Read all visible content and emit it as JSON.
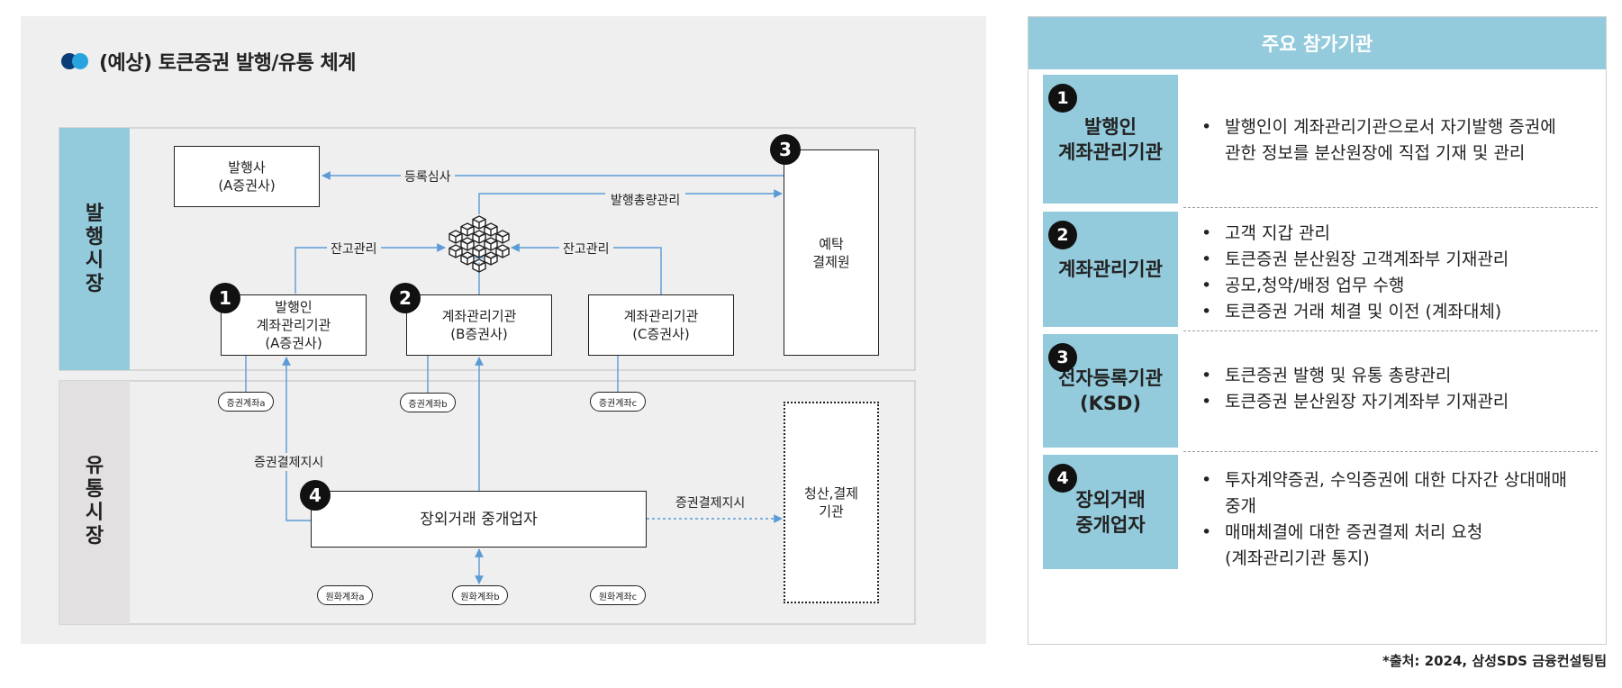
{
  "diagram": {
    "title": "(예상) 토큰증권 발행/유통 체계",
    "market_issue": "발행시장",
    "market_circulation": "유통시장",
    "issuer": [
      "발행사",
      "(A증권사)"
    ],
    "ksd": [
      "예탁",
      "결제원"
    ],
    "issuer_account_inst": [
      "발행인",
      "계좌관리기관",
      "(A증권사)"
    ],
    "account_inst_b": [
      "계좌관리기관",
      "(B증권사)"
    ],
    "account_inst_c": [
      "계좌관리기관",
      "(C증권사)"
    ],
    "otc_broker": "장외거래 중개업자",
    "clearing": [
      "청산,결제",
      "기관"
    ],
    "badges": [
      "1",
      "2",
      "3",
      "4"
    ],
    "labels": {
      "registration_review": "등록심사",
      "total_issue_mgmt": "발행총량관리",
      "balance_mgmt_left": "잔고관리",
      "balance_mgmt_right": "잔고관리",
      "settlement_instr_left": "증권결제지시",
      "settlement_instr_right": "증권결제지시"
    },
    "sec_accounts": [
      "증권계좌a",
      "증권계좌b",
      "증권계좌c"
    ],
    "cash_accounts": [
      "원화계좌a",
      "원화계좌b",
      "원화계좌c"
    ]
  },
  "panel": {
    "header": "주요 참가기관",
    "rows": [
      {
        "num": "1",
        "name": [
          "발행인",
          "계좌관리기관"
        ],
        "items": [
          "발행인이 계좌관리기관으로서 자기발행 증권에\n관한 정보를 분산원장에 직접 기재 및 관리"
        ]
      },
      {
        "num": "2",
        "name": [
          "계좌관리기관"
        ],
        "items": [
          "고객 지갑 관리",
          "토큰증권 분산원장 고객계좌부 기재관리",
          "공모,청약/배정 업무 수행",
          "토큰증권 거래 체결 및 이전 (계좌대체)"
        ]
      },
      {
        "num": "3",
        "name": [
          "전자등록기관",
          "(KSD)"
        ],
        "items": [
          "토큰증권 발행 및 유통 총량관리",
          "토큰증권 분산원장 자기계좌부 기재관리"
        ]
      },
      {
        "num": "4",
        "name": [
          "장외거래",
          "중개업자"
        ],
        "items": [
          "투자계약증권, 수익증권에 대한 다자간 상대매매\n중개",
          "매매체결에 대한 증권결제 처리 요청\n(계좌관리기관 통지)"
        ]
      }
    ]
  },
  "source": "*출처: 2024, 삼성SDS 금융컨설팅팀",
  "colors": {
    "accent": "#93cbdc",
    "arrow": "#5b9bd5",
    "panel_bg": "#efefef"
  }
}
